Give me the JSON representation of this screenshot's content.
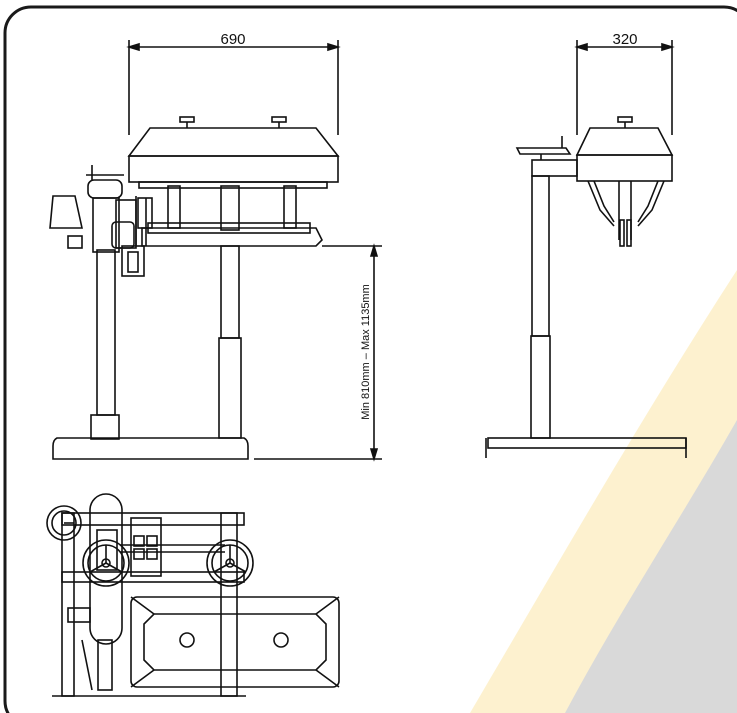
{
  "dimensions": {
    "front_width": "690",
    "side_width": "320",
    "height_range": "Min 810mm – Max 1135mm"
  },
  "colors": {
    "frame": "#1a1a1a",
    "line": "#111111",
    "background": "#ffffff",
    "swoosh_yellow": "#fdf1cf",
    "swoosh_gray": "#d9d9d9"
  },
  "views": [
    "front-view",
    "side-view",
    "top-view"
  ]
}
